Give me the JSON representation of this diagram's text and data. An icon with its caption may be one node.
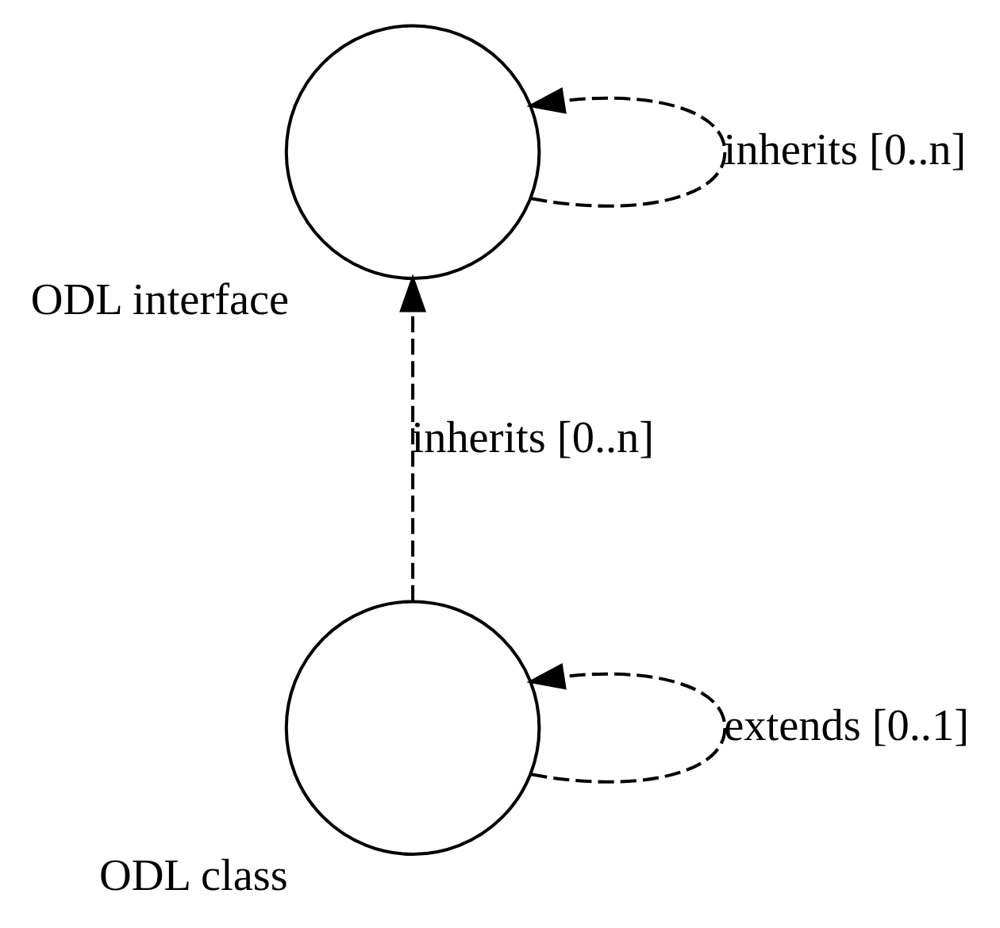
{
  "diagram": {
    "nodes": [
      {
        "text": [
          "ODL interface"
        ]
      },
      {
        "text": [
          "ODL class"
        ]
      }
    ],
    "edges": [
      {
        "from": 0,
        "to": 0,
        "arrow": "to",
        "style": "dashed",
        "label": "inherits [0..n]"
      },
      {
        "from": 1,
        "to": 0,
        "arrow": "to",
        "style": "dashed",
        "label": "inherits [0..n]"
      },
      {
        "from": 1,
        "to": 1,
        "arrow": "to",
        "style": "dashed",
        "label": "extends [0..1]"
      }
    ]
  }
}
